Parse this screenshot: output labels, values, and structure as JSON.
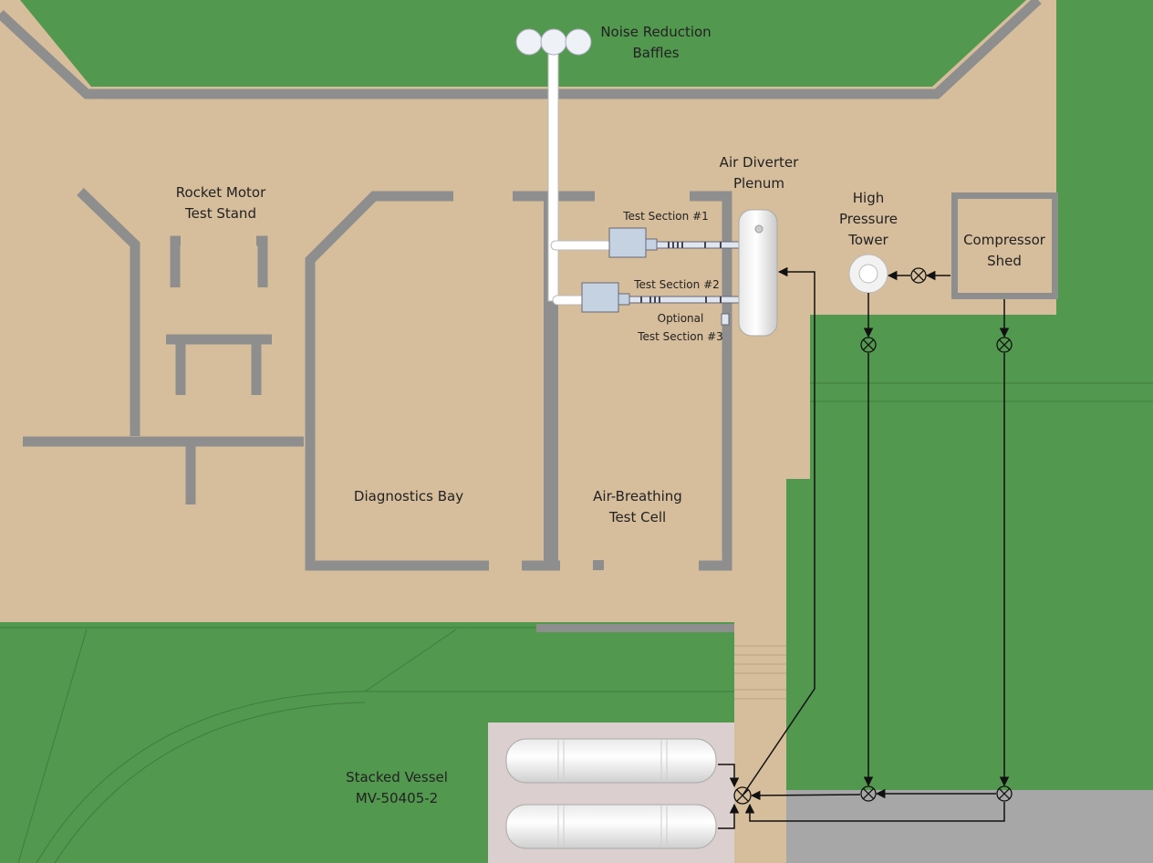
{
  "labels": {
    "baffles": [
      "Noise Reduction",
      "Baffles"
    ],
    "rocket": [
      "Rocket Motor",
      "Test Stand"
    ],
    "plenum": [
      "Air Diverter",
      "Plenum"
    ],
    "tower": [
      "High",
      "Pressure",
      "Tower"
    ],
    "shed": [
      "Compressor",
      "Shed"
    ],
    "ts1": "Test Section #1",
    "ts2": "Test Section #2",
    "ts3": [
      "Optional",
      "Test Section #3"
    ],
    "diag": "Diagnostics Bay",
    "cell": [
      "Air-Breathing",
      "Test Cell"
    ],
    "vessel": [
      "Stacked Vessel",
      "MV-50405-2"
    ]
  },
  "colors": {
    "grass": "#52984f",
    "floor": "#d6bd9b",
    "wall": "#8e8e8e",
    "pad": "#a7a7a7",
    "vessel_pad": "#dccfcf",
    "line": "#111111"
  }
}
